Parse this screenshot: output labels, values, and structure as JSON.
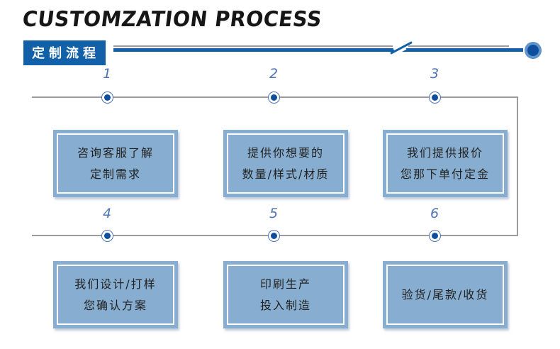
{
  "colors": {
    "accent": "#1160a8",
    "line-gray": "#9c9c9c",
    "box-fill": "#87aed0",
    "node-blue": "#0d4f9e",
    "num-blue": "#4d74b3",
    "ring-light": "#6093c9"
  },
  "header": {
    "title": "CUSTOMZATION PROCESS",
    "badge": "定制流程"
  },
  "steps": [
    {
      "number": "1",
      "lines": [
        "咨询客服了解",
        "定制需求"
      ]
    },
    {
      "number": "2",
      "lines": [
        "提供你想要的",
        "数量/样式/材质"
      ]
    },
    {
      "number": "3",
      "lines": [
        "我们提供报价",
        "您那下单付定金"
      ]
    },
    {
      "number": "4",
      "lines": [
        "我们设计/打样",
        "您确认方案"
      ]
    },
    {
      "number": "5",
      "lines": [
        "印刷生产",
        "投入制造"
      ]
    },
    {
      "number": "6",
      "lines": [
        "验货/尾款/收货"
      ]
    }
  ]
}
